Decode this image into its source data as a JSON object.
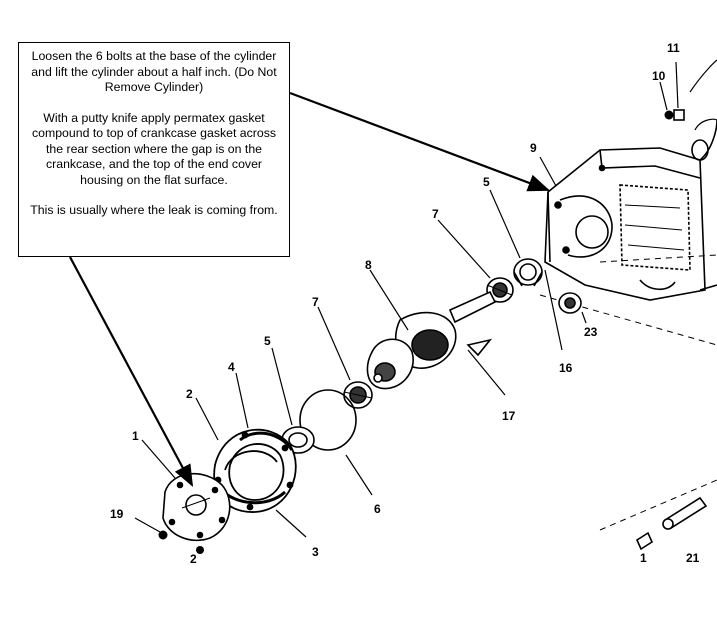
{
  "callout": {
    "paragraph_1": "Loosen the 6 bolts at the base of the cylinder and lift the cylinder about a half inch. (Do Not Remove Cylinder)",
    "paragraph_2": "With a putty knife apply permatex gasket compound to top of crankcase gasket across the rear section where the gap is on the crankcase, and the top of the end cover housing on the flat surface.",
    "paragraph_3": "This is usually where the leak is coming from."
  },
  "part_labels": {
    "p1": "1",
    "p2": "2",
    "p3": "3",
    "p4": "4",
    "p5a": "5",
    "p5b": "5",
    "p6": "6",
    "p7a": "7",
    "p7b": "7",
    "p8": "8",
    "p9": "9",
    "p10": "10",
    "p11": "11",
    "p16": "16",
    "p17": "17",
    "p19": "19",
    "p21": "21",
    "p23": "23",
    "p_cut": "2",
    "p_small": "1"
  }
}
